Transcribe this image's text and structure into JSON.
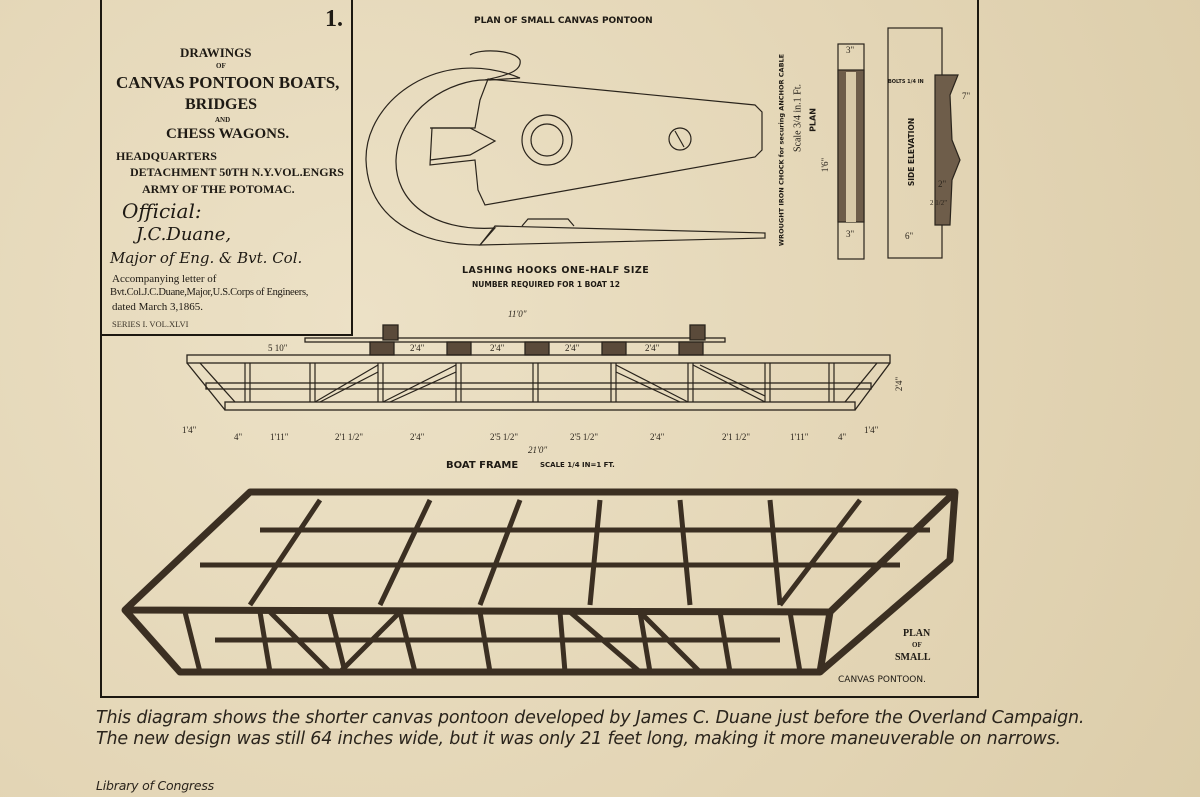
{
  "title_block": {
    "sheet_number": "1.",
    "line1": "DRAWINGS",
    "line2": "OF",
    "line3": "CANVAS PONTOON BOATS,",
    "line4": "BRIDGES",
    "line5": "AND",
    "line6": "CHESS WAGONS.",
    "hq1": "HEADQUARTERS",
    "hq2": "DETACHMENT 50TH N.Y.VOL.ENGRS",
    "hq3": "ARMY OF THE POTOMAC.",
    "signature1": "Official:",
    "signature2": "J.C.Duane,",
    "signature3": "Major of Eng. & Bvt. Col.",
    "letter1": "Accompanying letter of",
    "letter2": "Bvt.Col.J.C.Duane,Major,U.S.Corps of Engineers,",
    "letter3": "dated March 3,1865.",
    "series": "SERIES I. VOL.XLVI"
  },
  "hook_drawing": {
    "title": "PLAN OF SMALL CANVAS PONTOON",
    "caption1": "LASHING HOOKS ONE-HALF SIZE",
    "caption2": "NUMBER REQUIRED FOR 1 BOAT 12"
  },
  "chock_drawing": {
    "title": "WROUGHT IRON CHOCK for securing ANCHOR CABLE",
    "scale": "Scale 3/4 in.1 Ft.",
    "plan_label": "PLAN",
    "plan_length": "1'6\"",
    "side_label": "SIDE ELEVATION",
    "bolts": "BOLTS 1/4 IN",
    "dims": [
      "3\"",
      "3\"",
      "6\"",
      "7\"",
      "2\"",
      "2 1/2\""
    ]
  },
  "boat_frame": {
    "title": "BOAT FRAME",
    "scale": "SCALE 1/4 IN=1 FT.",
    "overall_length": "21'0\"",
    "deck_length": "11'0\"",
    "offset": "5 10\"",
    "height": "2'4\"",
    "end_left": "1'4\"",
    "end_right": "1'4\"",
    "top_spacings": [
      "2'4\"",
      "2'4\"",
      "2'4\"",
      "2'4\""
    ],
    "bottom_spacings": [
      "4\"",
      "1'11\"",
      "2'1 1/2\"",
      "2'4\"",
      "2'5 1/2\"",
      "2'5 1/2\"",
      "2'4\"",
      "2'1 1/2\"",
      "1'11\"",
      "4\""
    ]
  },
  "perspective": {
    "label1": "PLAN",
    "label2": "OF",
    "label3": "SMALL",
    "label4": "CANVAS PONTOON."
  },
  "caption": {
    "text": "This diagram shows the shorter canvas pontoon developed by James C. Duane just before the Overland Campaign. The new design was still 64 inches wide, but it was only 21 feet long, making it more maneuverable on narrows.",
    "credit": "Library of Congress"
  }
}
